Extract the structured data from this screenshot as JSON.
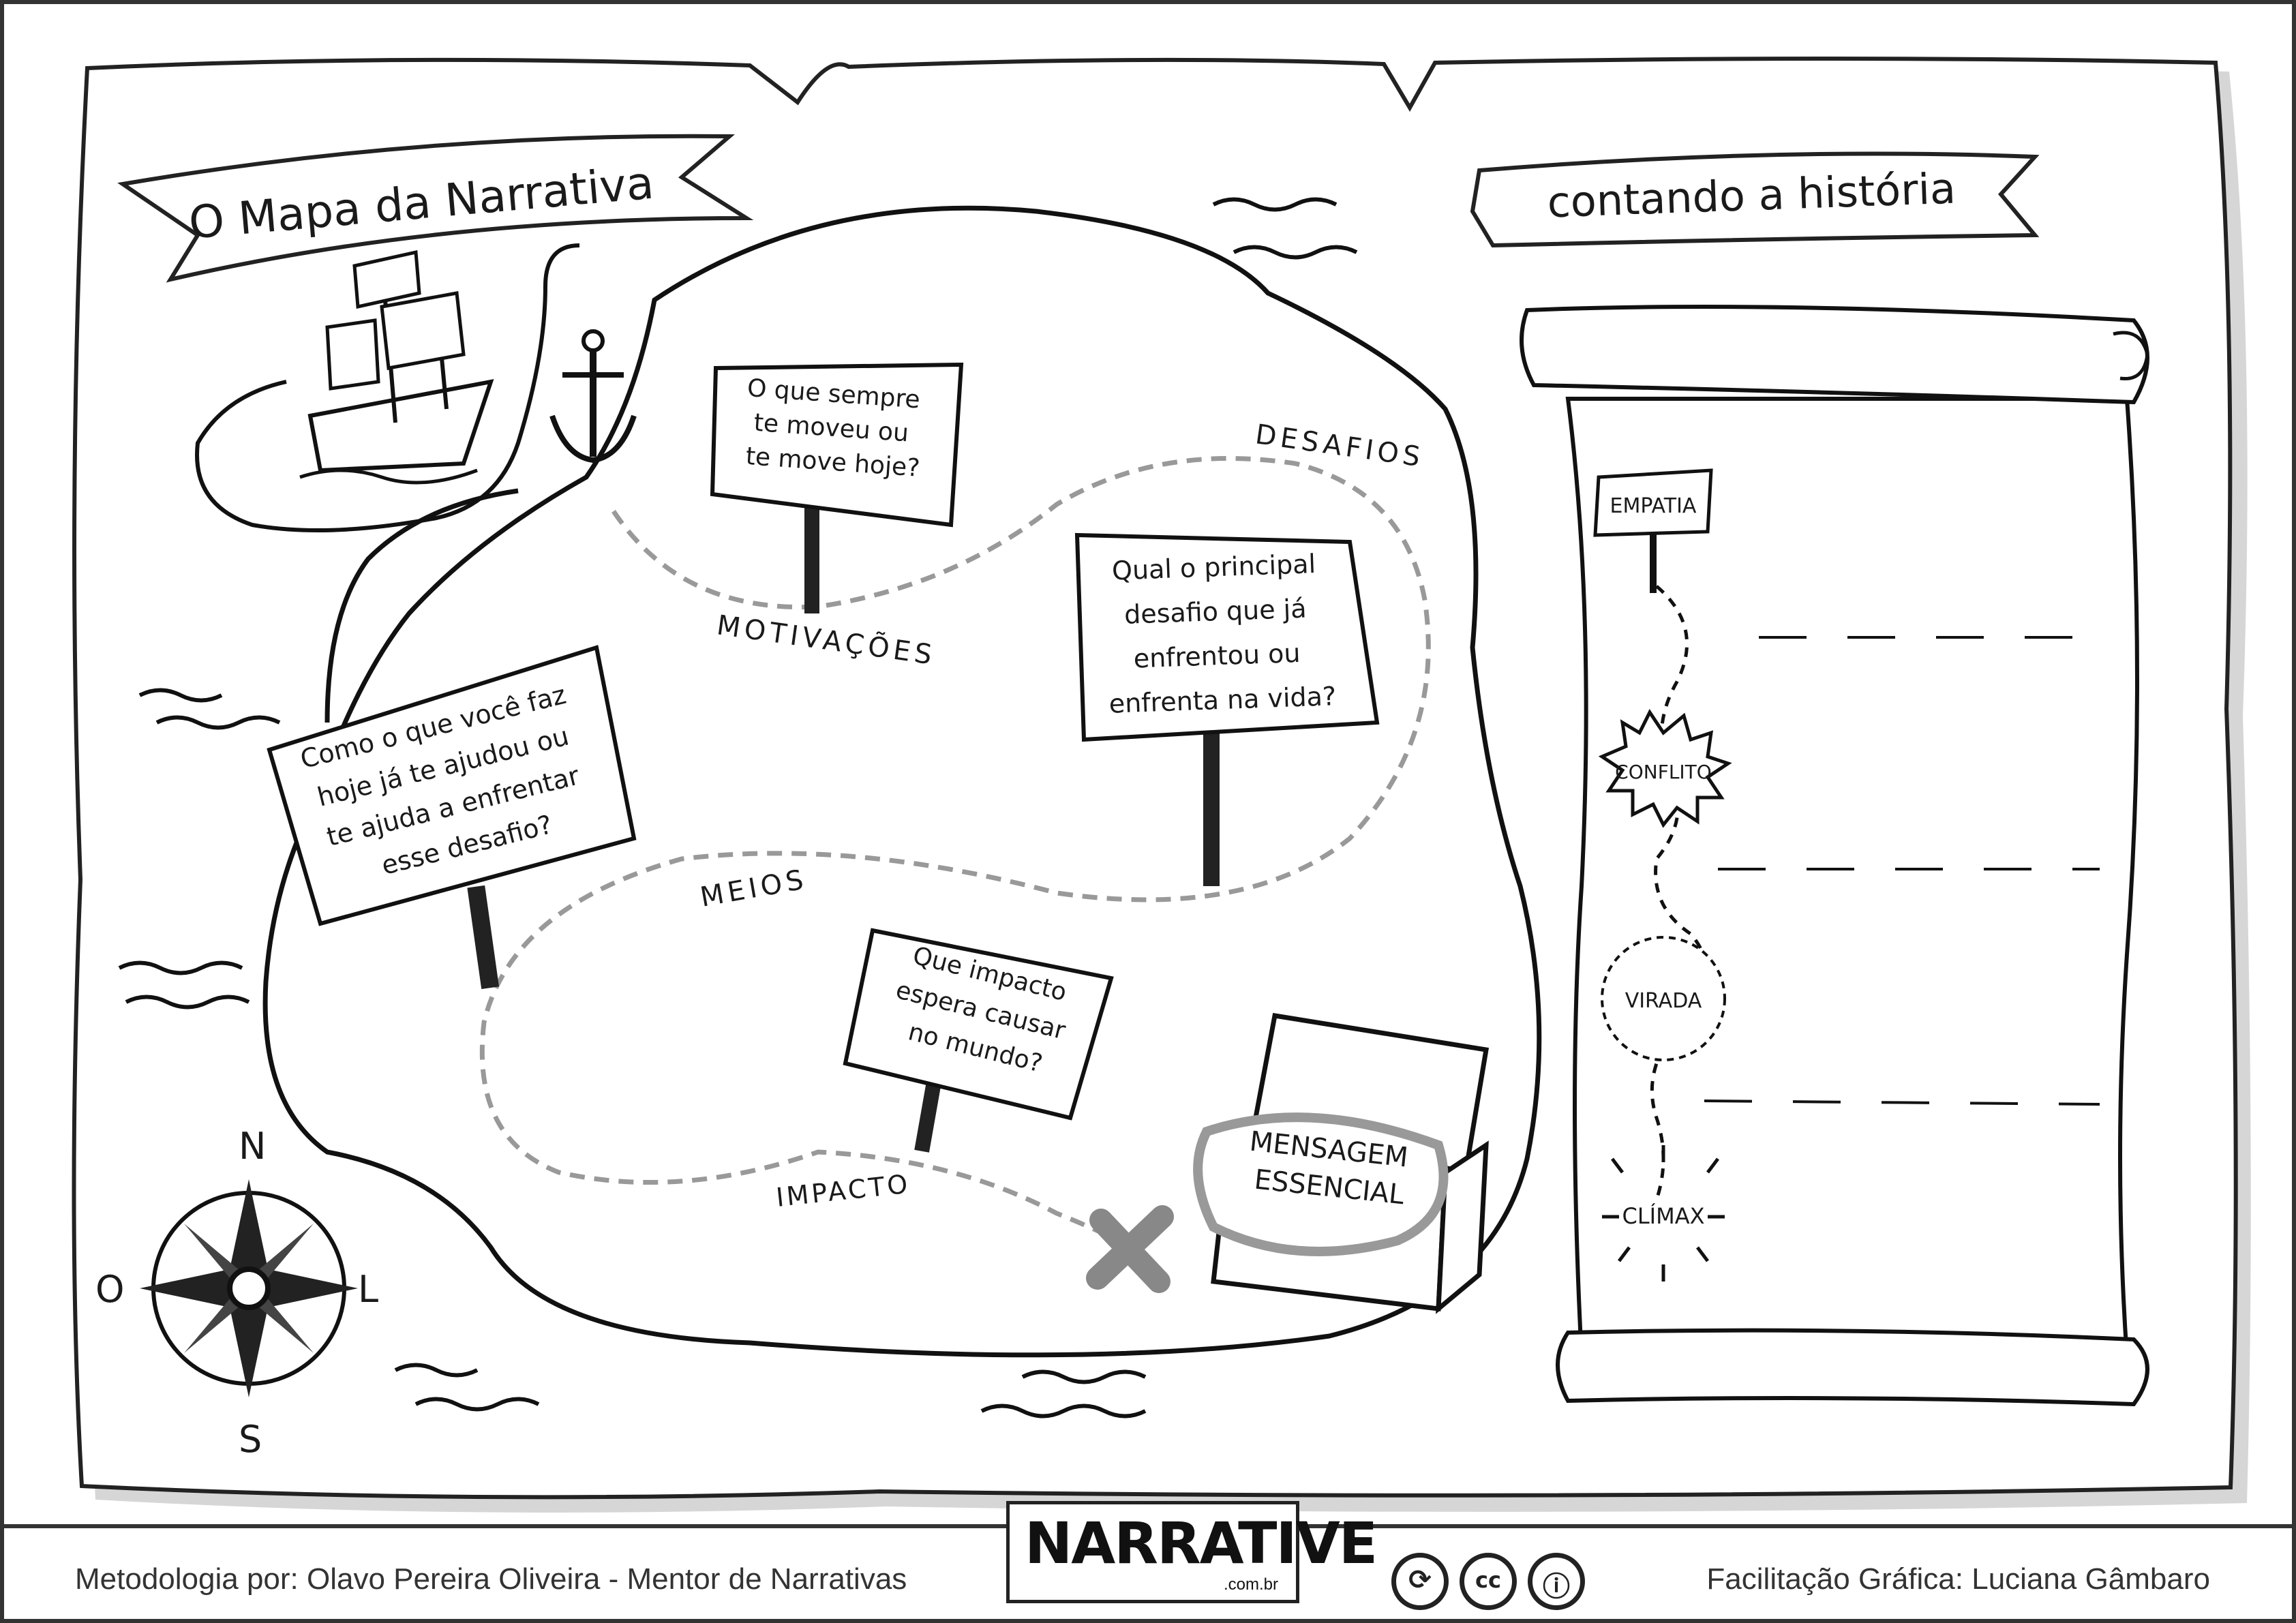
{
  "title": "O Mapa da Narrativa",
  "story_title": "contando a história",
  "signs": {
    "motivation_q": [
      "O que sempre",
      "te moveu ou",
      "te move hoje?"
    ],
    "challenge_q": [
      "Qual o principal",
      "desafio que já",
      "enfrentou ou",
      "enfrenta na vida?"
    ],
    "means_q": [
      "Como o que você faz",
      "hoje já te ajudou ou",
      "te ajuda a enfrentar",
      "esse desafio?"
    ],
    "impact_q": [
      "Que impacto",
      "espera causar",
      "no mundo?"
    ]
  },
  "path_labels": {
    "motivacoes": "MOTIVAÇÕES",
    "desafios": "DESAFIOS",
    "meios": "MEIOS",
    "impacto": "IMPACTO"
  },
  "treasure": [
    "MENSAGEM",
    "ESSENCIAL"
  ],
  "compass": {
    "n": "N",
    "s": "S",
    "l": "L",
    "o": "O"
  },
  "scroll_steps": {
    "empatia": "EMPATIA",
    "conflito": "CONFLITO",
    "virada": "VIRADA",
    "climax": "CLÍMAX"
  },
  "footer": {
    "left": "Metodologia por: Olavo Pereira Oliveira - Mentor de Narrativas",
    "right": "Facilitação Gráfica: Luciana Gâmbaro",
    "logo_word": "NARRATIVE",
    "logo_domain": ".com.br",
    "license_icons": [
      "share-icon",
      "creative-commons-icon",
      "attribution-icon"
    ],
    "license_glyphs": [
      "⟳",
      "cc",
      "ⓘ"
    ]
  }
}
